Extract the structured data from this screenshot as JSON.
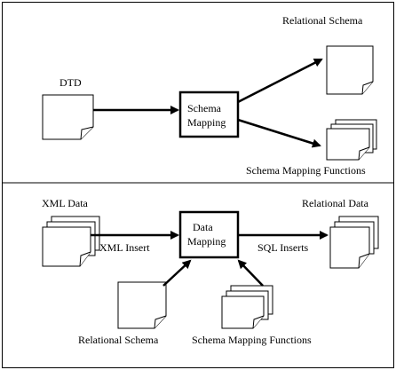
{
  "top_section": {
    "relational_schema_label": "Relational Schema",
    "dtd_label": "DTD",
    "schema_mapping_box": {
      "line1": "Schema",
      "line2": "Mapping"
    },
    "schema_mapping_functions_label": "Schema Mapping  Functions"
  },
  "bottom_section": {
    "xml_data_label": "XML Data",
    "relational_data_label": "Relational Data",
    "xml_insert_label": "XML Insert",
    "sql_inserts_label": "SQL Inserts",
    "data_mapping_box": {
      "line1": "Data",
      "line2": "Mapping"
    },
    "relational_schema_label": "Relational Schema",
    "schema_mapping_functions_label": "Schema Mapping  Functions"
  },
  "colors": {
    "stroke": "#000000",
    "background": "#ffffff"
  }
}
